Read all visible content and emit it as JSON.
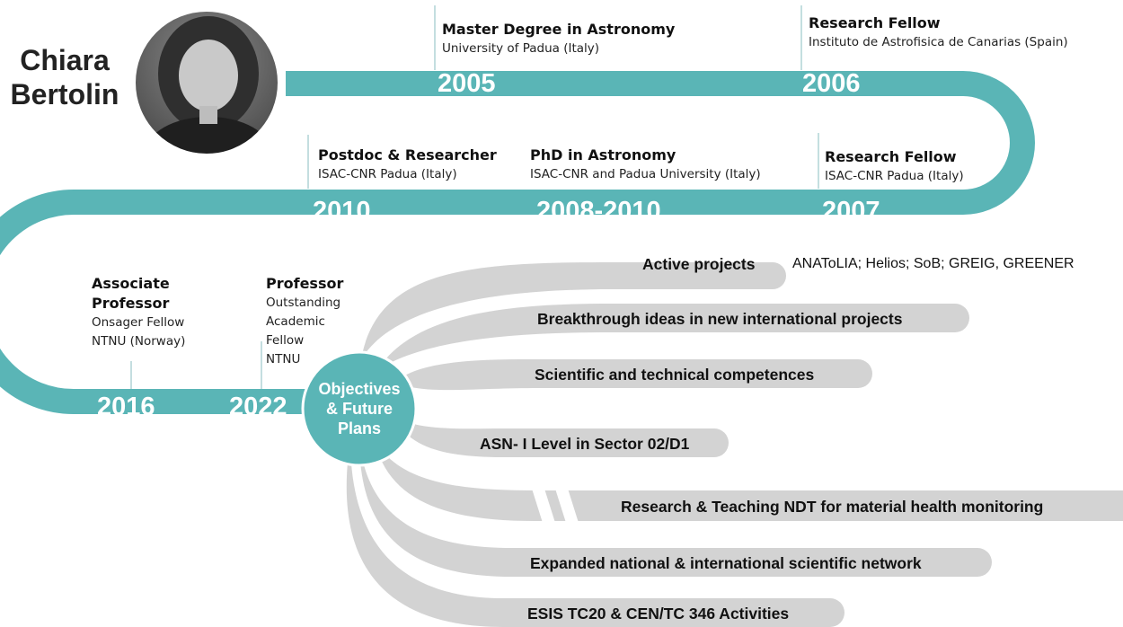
{
  "person": {
    "first_name": "Chiara",
    "last_name": "Bertolin"
  },
  "colors": {
    "teal": "#5ab5b6",
    "gray": "#d3d3d3",
    "text": "#111111"
  },
  "timeline": [
    {
      "year": "2005",
      "title": "Master Degree in Astronomy",
      "subtitle": "University of Padua (Italy)"
    },
    {
      "year": "2006",
      "title": "Research Fellow",
      "subtitle": "Instituto de Astrofisica de Canarias (Spain)"
    },
    {
      "year": "2007",
      "title": "Research Fellow",
      "subtitle": "ISAC-CNR Padua (Italy)"
    },
    {
      "year": "2008-2010",
      "title": "PhD in Astronomy",
      "subtitle": "ISAC-CNR and Padua University (Italy)"
    },
    {
      "year": "2010",
      "title": "Postdoc & Researcher",
      "subtitle": "ISAC-CNR Padua (Italy)"
    },
    {
      "year": "2016",
      "title_lines": [
        "Associate",
        "Professor"
      ],
      "sub_lines": [
        "Onsager Fellow",
        "NTNU (Norway)"
      ]
    },
    {
      "year": "2022",
      "title": "Professor",
      "sub_lines": [
        "Outstanding",
        "Academic",
        "Fellow",
        "NTNU"
      ]
    }
  ],
  "hub": {
    "lines": [
      "Objectives",
      "& Future",
      "Plans"
    ]
  },
  "plans": [
    {
      "label": "Active projects",
      "aside": "ANAToLIA;  Helios;  SoB;  GREIG,  GREENER"
    },
    {
      "label": "Breakthrough ideas in new international projects"
    },
    {
      "label": "Scientific and technical competences"
    },
    {
      "label": "ASN- I Level in Sector 02/D1"
    },
    {
      "label": "Research & Teaching NDT for material health monitoring"
    },
    {
      "label": "Expanded national & international scientific network"
    },
    {
      "label": "ESIS TC20 & CEN/TC 346 Activities"
    }
  ]
}
